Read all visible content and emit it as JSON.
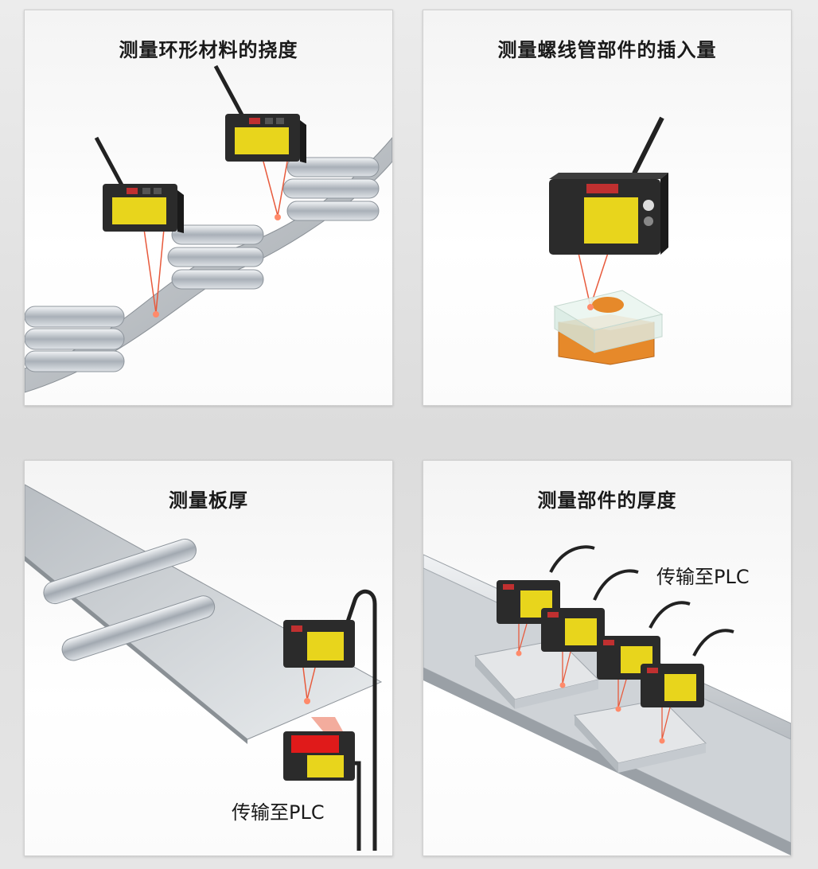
{
  "panels": [
    {
      "title": "测量环形材料的挠度"
    },
    {
      "title": "测量螺线管部件的插入量"
    },
    {
      "title": "测量板厚",
      "output_label": "传输至PLC"
    },
    {
      "title": "测量部件的厚度",
      "output_label": "传输至PLC"
    }
  ],
  "colors": {
    "sensor_body": "#2b2b2b",
    "sensor_label": "#e8d51c",
    "laser": "#e85a3c",
    "part_orange": "#e6892a"
  }
}
